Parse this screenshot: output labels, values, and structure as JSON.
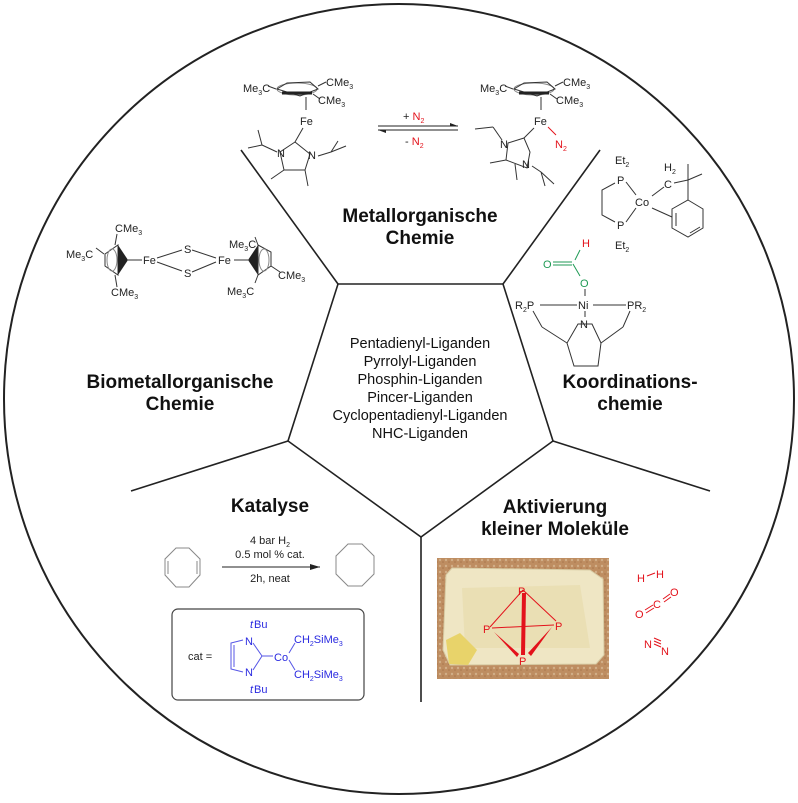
{
  "diagram": {
    "sections": {
      "top": {
        "title_line1": "Metallorganische",
        "title_line2": "Chemie"
      },
      "left": {
        "title_line1": "Biometallorganische",
        "title_line2": "Chemie"
      },
      "right": {
        "title_line1": "Koordinations-",
        "title_line2": "chemie"
      },
      "bottom_left": {
        "title": "Katalyse"
      },
      "bottom_right": {
        "title_line1": "Aktivierung",
        "title_line2": "kleiner Moleküle"
      }
    },
    "center": {
      "items": [
        "Pentadienyl-Liganden",
        "Pyrrolyl-Liganden",
        "Phosphin-Liganden",
        "Pincer-Liganden",
        "Cyclopentadienyl-Liganden",
        "NHC-Liganden"
      ]
    },
    "top_scheme": {
      "forward_label": "+ N",
      "reverse_label": "- N",
      "subscript": "2",
      "metal": "Fe",
      "substituent": "CMe",
      "substituent_left": "Me",
      "ligand_N2": "N"
    },
    "left_scheme": {
      "metal": "Fe",
      "bridge": "S"
    },
    "right_scheme": {
      "co_metal": "Co",
      "phosphorus": "P",
      "ethyl": "Et",
      "ch2": "C",
      "h2": "H",
      "ni_metal": "Ni",
      "pr2": "PR",
      "nitrogen": "N",
      "formate_o": "O",
      "formate_h": "H"
    },
    "catalysis": {
      "conditions_line1": "4 bar H",
      "conditions_line1_sub": "2",
      "conditions_line2": "0.5 mol % cat.",
      "conditions_line3": "2h, neat",
      "cat_label": "cat =",
      "cat_tbu": "Bu",
      "cat_t": "t",
      "cat_metal": "Co",
      "cat_alkyl": "CH",
      "cat_alkyl_tail": "SiMe",
      "cat_N": "N"
    },
    "small_molecules": {
      "h2": [
        "H",
        "H"
      ],
      "co2": [
        "O",
        "C",
        "O"
      ],
      "n2": [
        "N",
        "N"
      ],
      "p4_atom": "P"
    },
    "colors": {
      "line": "#222222",
      "highlight_red": "#e3121b",
      "formate_green": "#1f9a55",
      "catalyst_blue": "#2a2ae0",
      "photo_background": "#b8855a",
      "photo_crystal": "#efe6c4"
    }
  }
}
